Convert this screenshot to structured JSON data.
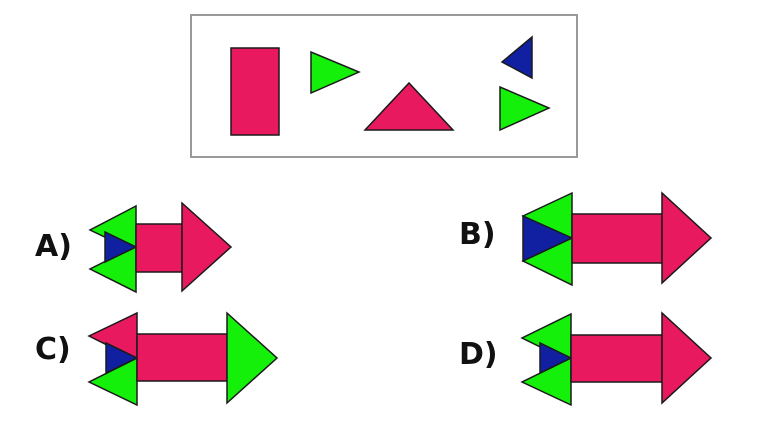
{
  "colors": {
    "pink": "#e8195f",
    "green": "#14f00a",
    "blue": "#1020a0",
    "outline": "#1a1a1a",
    "frame": "#9a9a9a",
    "background": "#ffffff"
  },
  "pieces_box": {
    "pieces": [
      {
        "shape": "rectangle",
        "color": "pink"
      },
      {
        "shape": "triangle",
        "color": "green"
      },
      {
        "shape": "triangle",
        "color": "pink"
      },
      {
        "shape": "triangle",
        "color": "blue"
      },
      {
        "shape": "triangle",
        "color": "green"
      }
    ]
  },
  "options": [
    {
      "label": "A)"
    },
    {
      "label": "B)"
    },
    {
      "label": "C)"
    },
    {
      "label": "D)"
    }
  ]
}
